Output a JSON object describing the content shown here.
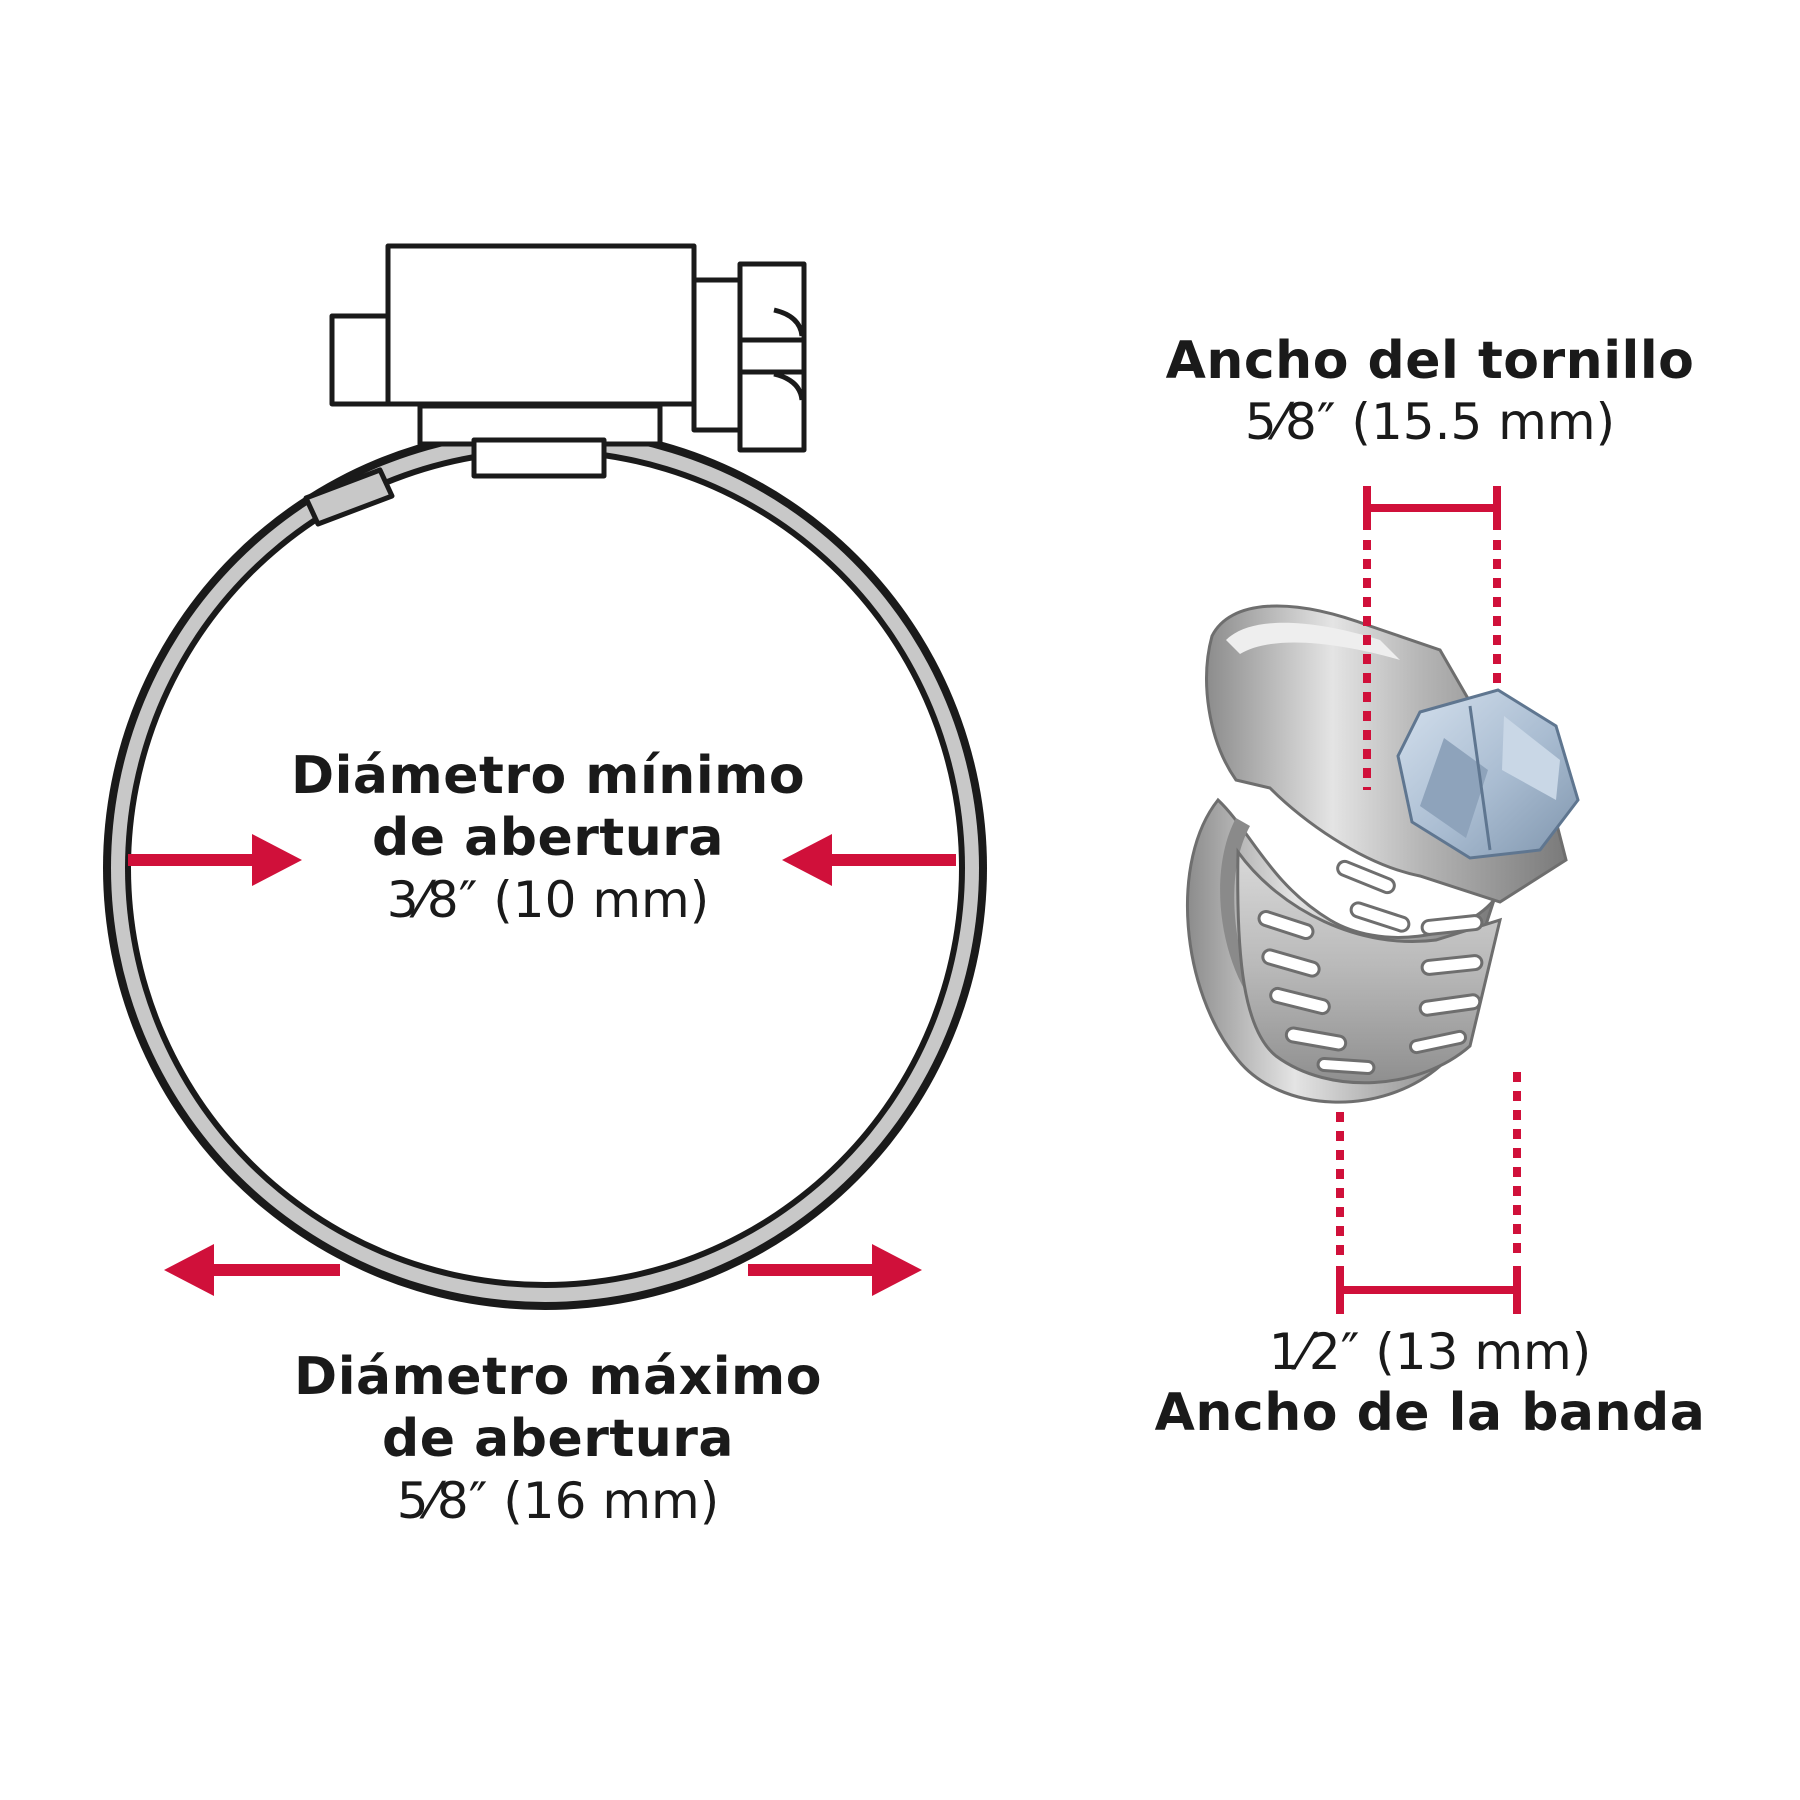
{
  "colors": {
    "accent": "#d0103a",
    "outline": "#1a1a1a",
    "band_fill": "#c8c8c8",
    "steel_light": "#dedede",
    "steel_mid": "#a8a8a8",
    "steel_dark": "#6e6e6e",
    "screw_blue": "#aebfd3",
    "screw_blue_dark": "#7e93ab"
  },
  "min_diameter": {
    "title_line1": "Diámetro mínimo",
    "title_line2": "de abertura",
    "value": "3⁄8″ (10 mm)"
  },
  "max_diameter": {
    "title_line1": "Diámetro máximo",
    "title_line2": "de abertura",
    "value": "5⁄8″ (16 mm)"
  },
  "screw_width": {
    "title": "Ancho del tornillo",
    "value": "5⁄8″ (15.5 mm)"
  },
  "band_width": {
    "title": "Ancho de la banda",
    "value": "1⁄2″ (13 mm)"
  },
  "icons": {
    "clamp_diagram": "hose-clamp-outline-icon",
    "clamp_photo": "hose-clamp-photo-icon"
  }
}
